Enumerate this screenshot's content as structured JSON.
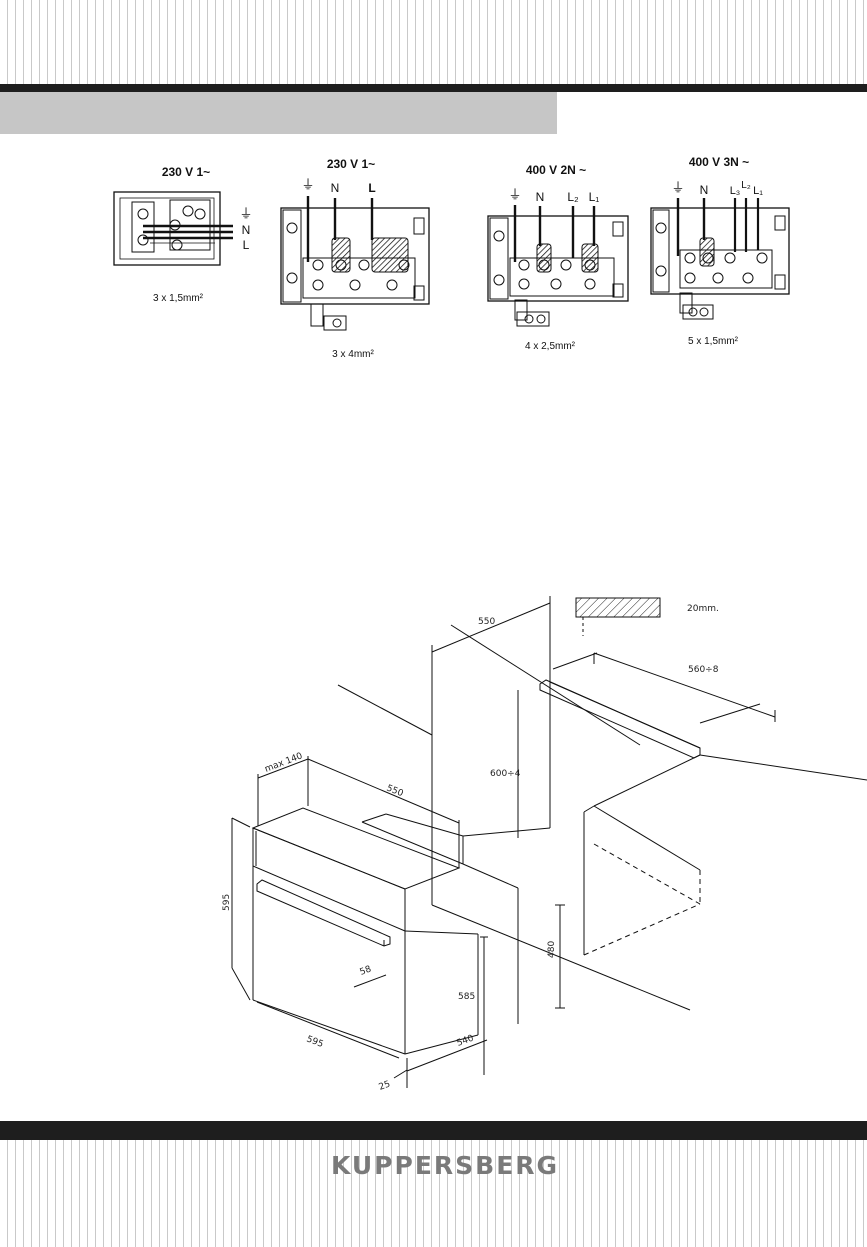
{
  "header": {
    "section_title": ""
  },
  "wiring_diagrams": [
    {
      "id": "a",
      "voltage": "230 V  1~",
      "terminals": [
        "⏚",
        "N",
        "L"
      ],
      "cable": "3 x 1,5mm²"
    },
    {
      "id": "b",
      "voltage": "230 V  1~",
      "terminals": [
        "⏚",
        "N",
        "L"
      ],
      "cable": "3 x 4mm²"
    },
    {
      "id": "c",
      "voltage": "400 V  2N ~",
      "terminals": [
        "⏚",
        "N",
        "L₂",
        "L₁"
      ],
      "cable": "4 x 2,5mm²"
    },
    {
      "id": "d",
      "voltage": "400 V  3N ~",
      "terminals": [
        "⏚",
        "N",
        "L₃",
        "L₂",
        "L₁"
      ],
      "cable": "5 x 1,5mm²"
    }
  ],
  "installation": {
    "countertop_thickness": "20mm.",
    "dimensions": {
      "niche_depth": "550",
      "niche_width": "560÷8",
      "niche_height": "600÷4",
      "cutout_height": "480",
      "max_depth_top": "max 140",
      "oven_depth": "550",
      "oven_height": "595",
      "oven_width": "595",
      "handle_offset": "58",
      "body_height": "585",
      "body_depth": "540",
      "front_thickness": "25"
    }
  },
  "footer": {
    "brand": "KUPPERSBERG"
  }
}
